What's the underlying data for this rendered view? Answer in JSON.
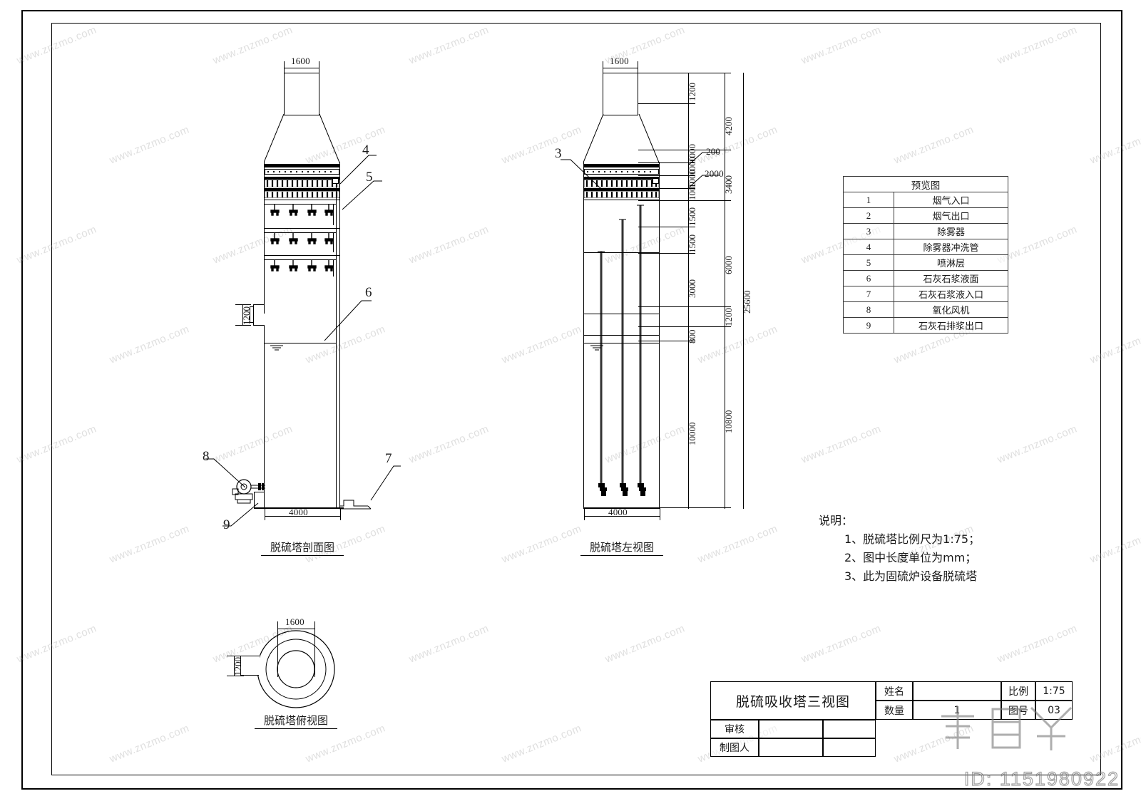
{
  "sheet": {
    "title": "脱硫吸收塔三视图",
    "drawing_id_watermark": "ID: 1151980922"
  },
  "views": {
    "section": {
      "caption": "脱硫塔剖面图"
    },
    "left": {
      "caption": "脱硫塔左视图"
    },
    "top": {
      "caption": "脱硫塔俯视图"
    }
  },
  "legend": {
    "header": "预览图",
    "rows": [
      {
        "no": "1",
        "label": "烟气入口"
      },
      {
        "no": "2",
        "label": "烟气出口"
      },
      {
        "no": "3",
        "label": "除雾器"
      },
      {
        "no": "4",
        "label": "除雾器冲洗管"
      },
      {
        "no": "5",
        "label": "喷淋层"
      },
      {
        "no": "6",
        "label": "石灰石浆液面"
      },
      {
        "no": "7",
        "label": "石灰石浆液入口"
      },
      {
        "no": "8",
        "label": "氧化风机"
      },
      {
        "no": "9",
        "label": "石灰石排浆出口"
      }
    ]
  },
  "notes": {
    "title": "说明：",
    "items": [
      "1、脱硫塔比例尺为1:75；",
      "2、图中长度单位为mm；",
      "3、此为固硫炉设备脱硫塔"
    ]
  },
  "title_block": {
    "name_label": "姓名",
    "name_value": "",
    "qty_label": "数量",
    "qty_value": "1",
    "scale_label": "比例",
    "scale_value": "1:75",
    "dwg_no_label": "图号",
    "dwg_no_value": "03",
    "review_label": "审核",
    "review_value1": "",
    "review_value2": "",
    "drafter_label": "制图人",
    "drafter_value1": "",
    "drafter_value2": ""
  },
  "section_view": {
    "callouts": [
      {
        "id": "4",
        "target": "除雾器冲洗管"
      },
      {
        "id": "5",
        "target": "喷淋层"
      },
      {
        "id": "6",
        "target": "石灰石浆液面"
      },
      {
        "id": "7",
        "target": "石灰石浆液入口"
      },
      {
        "id": "8",
        "target": "氧化风机"
      },
      {
        "id": "9",
        "target": "石灰石排浆出口"
      }
    ],
    "dimensions": {
      "top_outlet_width": "1600",
      "inlet_height": "1200",
      "tower_diameter": "4000"
    }
  },
  "left_view": {
    "callouts": [
      {
        "id": "3",
        "target": "除雾器"
      }
    ],
    "dimensions": {
      "top_outlet_width": "1600",
      "tower_diameter": "4000",
      "overall_height": "25600",
      "chain_inner": [
        "1200",
        "1000",
        "1000",
        "1000",
        "1000",
        "1500",
        "1500",
        "3000",
        "800",
        "10000"
      ],
      "chain_outer": [
        "4200",
        "3400",
        "6000",
        "1200",
        "10800"
      ],
      "demister_gaps": [
        "200",
        "2000"
      ]
    }
  },
  "top_view": {
    "dimensions": {
      "outlet_diameter": "1600",
      "inlet_width": "1200"
    }
  },
  "watermarks": {
    "site": "www.znzmo.com",
    "brand": "知末"
  },
  "colors": {
    "line": "#000000",
    "paper": "#ffffff",
    "watermark": "#969696"
  }
}
